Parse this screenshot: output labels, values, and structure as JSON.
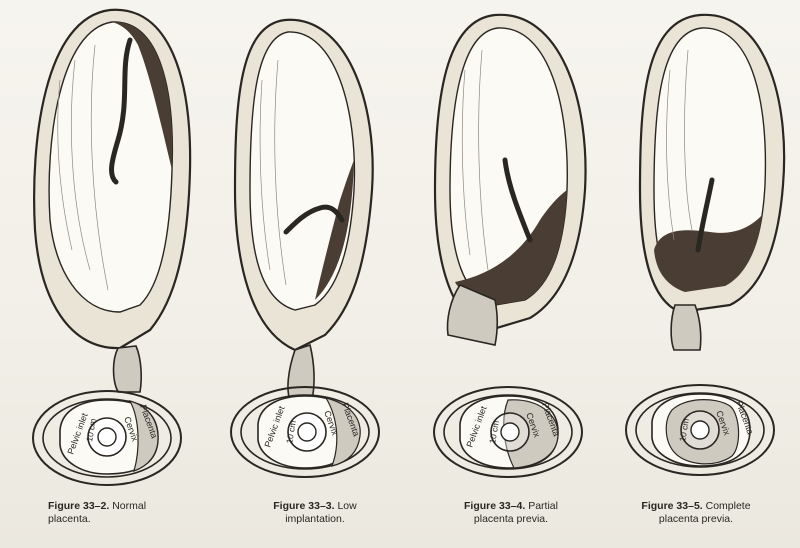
{
  "labels": {
    "placenta": "Placenta",
    "cervix": "Cervix",
    "pelvic_inlet": "Pelvic inlet",
    "ten_cm": "10 cm"
  },
  "figures": [
    {
      "id": "fig-33-2",
      "number": "Figure 33–2.",
      "caption": "Normal placenta.",
      "placenta_position": "fundal",
      "cervix_coverage": "none"
    },
    {
      "id": "fig-33-3",
      "number": "Figure 33–3.",
      "caption": "Low implantation.",
      "placenta_position": "low lateral",
      "cervix_coverage": "none"
    },
    {
      "id": "fig-33-4",
      "number": "Figure 33–4.",
      "caption": "Partial placenta previa.",
      "placenta_position": "over cervical edge",
      "cervix_coverage": "partial"
    },
    {
      "id": "fig-33-5",
      "number": "Figure 33–5.",
      "caption": "Complete placenta previa.",
      "placenta_position": "over cervix",
      "cervix_coverage": "complete"
    }
  ],
  "colors": {
    "paper": "#f3f1ea",
    "ink": "#2a2622",
    "uterine_wall": "#e9e4d6",
    "placenta": "#4a3d34",
    "cavity": "#fbfaf5",
    "pelvis_shading": "#cfcac0"
  }
}
